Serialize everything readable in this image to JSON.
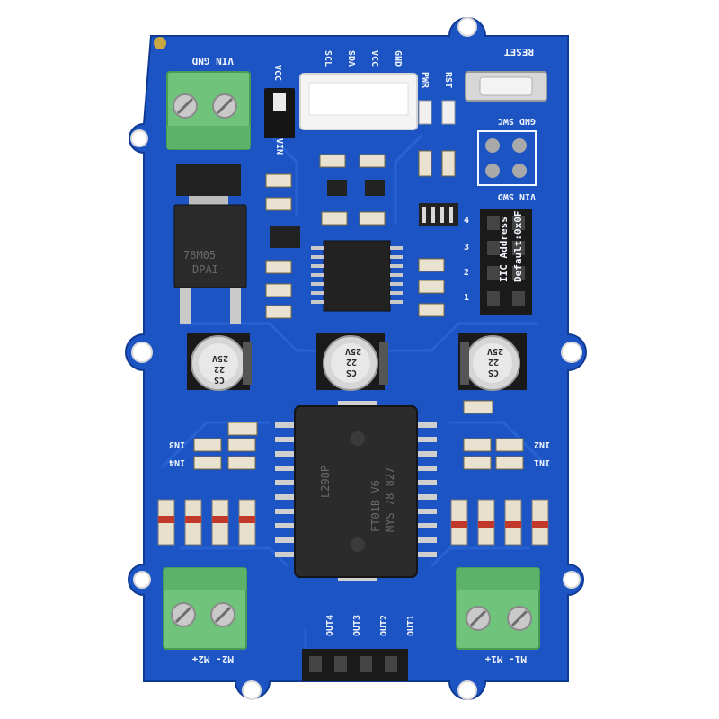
{
  "silkscreen": {
    "vin_gnd": "VIN GND",
    "vcc": "VCC",
    "vin": "VIN",
    "header_pins": [
      "SCL",
      "SDA",
      "VCC",
      "GND"
    ],
    "pwr": "PWR",
    "rst": "RST",
    "reset": "RESET",
    "gnd_swc": "GND SWC",
    "vin_swd": "VIN SWD",
    "jumper_numbers": [
      "4",
      "3",
      "2",
      "1"
    ],
    "iic_address": "IIC Address",
    "default_addr": "Default:0x0F",
    "in3": "IN3",
    "in4": "IN4",
    "in2": "IN2",
    "in1": "IN1",
    "outputs": [
      "OUT4",
      "OUT3",
      "OUT2",
      "OUT1"
    ],
    "m2": "M2- M2+",
    "m1": "M1- M1+"
  },
  "components": {
    "regulator": "78M05",
    "regulator_sub": "DPAI",
    "capacitor_voltage": "25V",
    "capacitor_value": "22",
    "capacitor_brand": "CS",
    "driver_chip": "L298P",
    "driver_code": "FT01B V6",
    "driver_origin": "MYS 78 827"
  },
  "colors": {
    "background": "#ffffff",
    "pcb": "#1c54c4",
    "silkscreen": "#f2f6ff",
    "terminal": "#6fc37a",
    "chip": "#2b2b2b"
  }
}
